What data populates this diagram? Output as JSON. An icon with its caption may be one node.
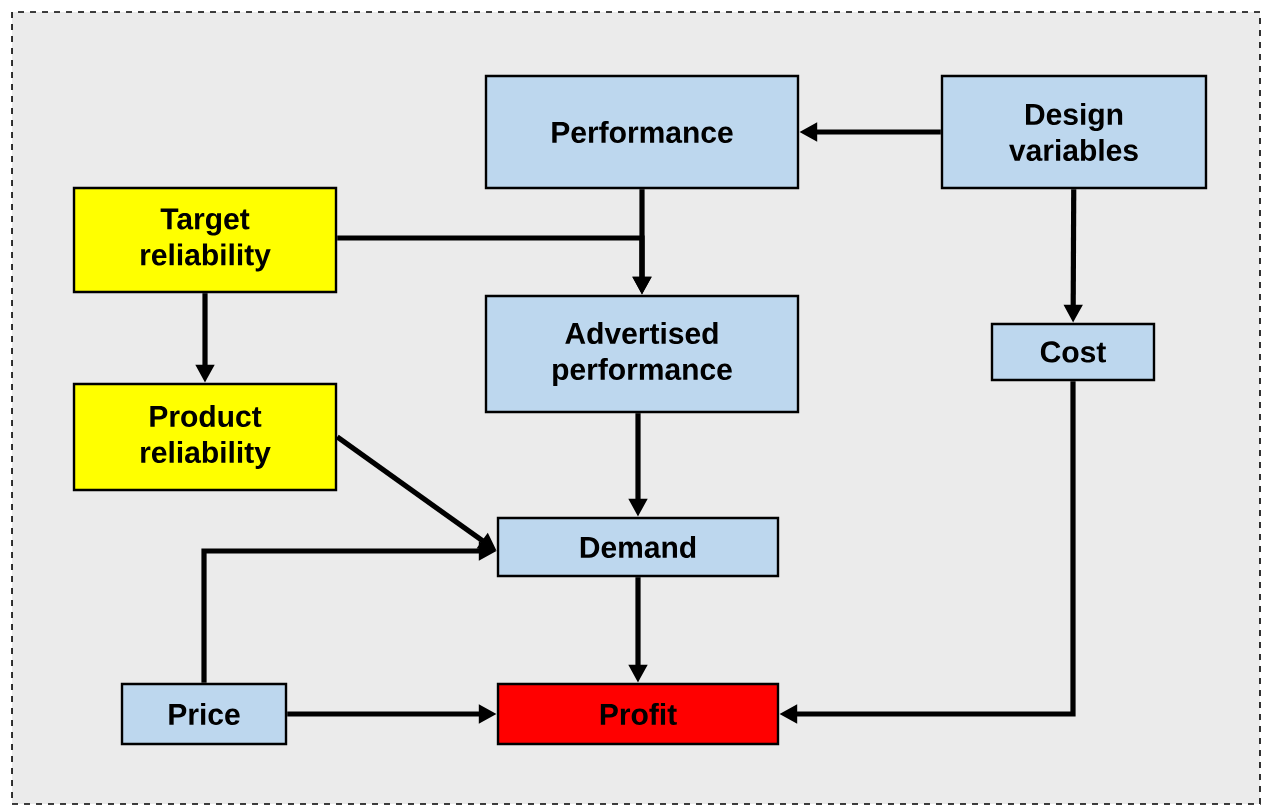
{
  "diagram": {
    "nodes": [
      {
        "text": [
          "Performance"
        ]
      },
      {
        "text": [
          "Design variables"
        ]
      },
      {
        "text": [
          "Target reliability"
        ]
      },
      {
        "text": [
          "Advertised performance"
        ]
      },
      {
        "text": [
          "Cost"
        ]
      },
      {
        "text": [
          "Product reliability"
        ]
      },
      {
        "text": [
          "Demand"
        ]
      },
      {
        "text": [
          "Price"
        ]
      },
      {
        "text": [
          "Profit"
        ]
      }
    ],
    "edges": [
      {
        "from": 1,
        "to": 0,
        "arrow": "to"
      },
      {
        "from": 0,
        "to": 3,
        "arrow": "to"
      },
      {
        "from": 2,
        "to": 3,
        "arrow": "to"
      },
      {
        "from": 1,
        "to": 4,
        "arrow": "to"
      },
      {
        "from": 2,
        "to": 5,
        "arrow": "to"
      },
      {
        "from": 3,
        "to": 6,
        "arrow": "to"
      },
      {
        "from": 5,
        "to": 6,
        "arrow": "to"
      },
      {
        "from": 7,
        "to": 6,
        "arrow": "to"
      },
      {
        "from": 6,
        "to": 8,
        "arrow": "to"
      },
      {
        "from": 7,
        "to": 8,
        "arrow": "to"
      },
      {
        "from": 4,
        "to": 8,
        "arrow": "to"
      }
    ]
  }
}
